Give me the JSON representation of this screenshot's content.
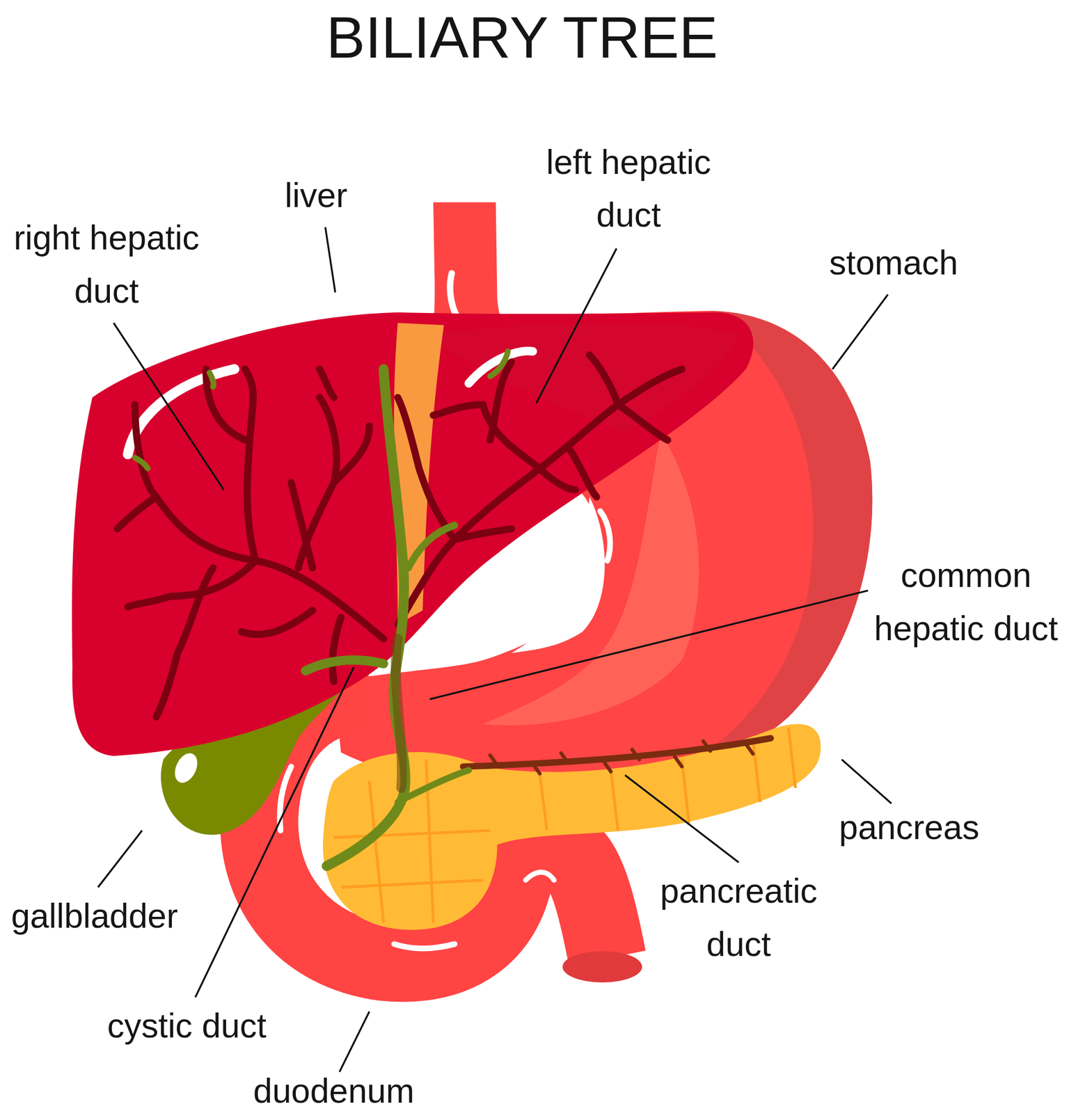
{
  "diagram": {
    "title": "BILIARY TREE",
    "labels": [
      "right hepatic duct",
      "liver",
      "left hepatic duct",
      "stomach",
      "common hepatic duct",
      "gallbladder",
      "pancreas",
      "pancreatic duct",
      "cystic duct",
      "duodenum"
    ]
  }
}
